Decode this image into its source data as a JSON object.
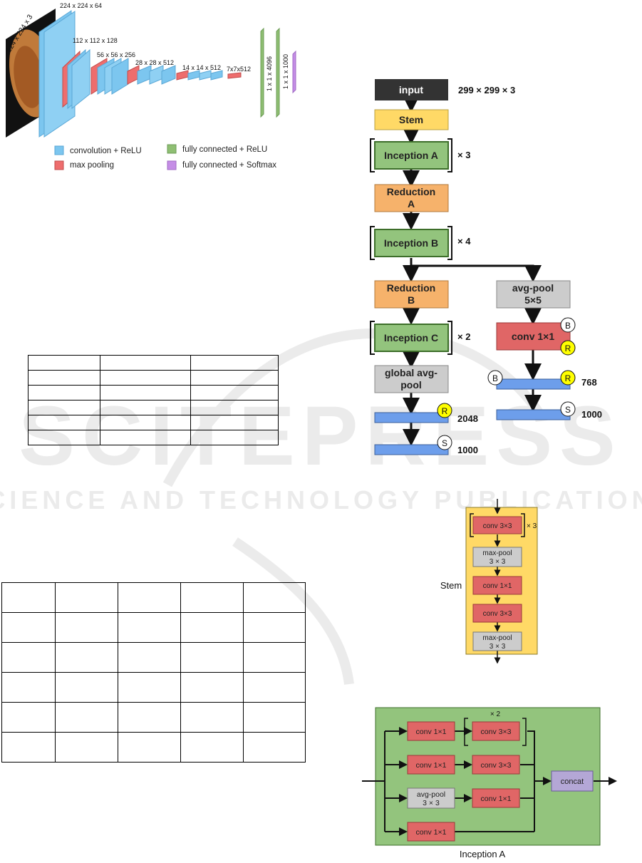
{
  "vgg": {
    "input_label": "224 x 224 x 3",
    "layers": [
      {
        "label": "224 x 224 x 64"
      },
      {
        "label": "112 x 112 x 128"
      },
      {
        "label": "56 x 56 x 256"
      },
      {
        "label": "28 x 28 x 512"
      },
      {
        "label": "14 x 14 x 512"
      },
      {
        "label": "7x7x512"
      },
      {
        "label": "1 x 1 x 4096"
      },
      {
        "label": "1 x 1 x 1000"
      }
    ],
    "legend": [
      {
        "label": "convolution + ReLU",
        "color": "#7cc6ef"
      },
      {
        "label": "max pooling",
        "color": "#ee6d6d"
      },
      {
        "label": "fully connected + ReLU",
        "color": "#8fbf73"
      },
      {
        "label": "fully connected + Softmax",
        "color": "#c58ee6"
      }
    ]
  },
  "inception": {
    "input": {
      "label": "input",
      "dim": "299 × 299 × 3"
    },
    "stem": "Stem",
    "inception_a": {
      "label": "Inception A",
      "repeat": "× 3"
    },
    "reduction_a": {
      "line1": "Reduction",
      "line2": "A"
    },
    "inception_b": {
      "label": "Inception B",
      "repeat": "× 4"
    },
    "reduction_b": {
      "line1": "Reduction",
      "line2": "B"
    },
    "inception_c": {
      "label": "Inception C",
      "repeat": "× 2"
    },
    "global_pool": {
      "line1": "global avg-",
      "line2": "pool"
    },
    "aux_pool": {
      "line1": "avg-pool",
      "line2": "5×5"
    },
    "aux_conv": "conv 1×1",
    "fc_main": "2048",
    "out_main": "1000",
    "fc_aux": "768",
    "out_aux": "1000",
    "marker_b": "B",
    "marker_r": "R",
    "marker_s": "S"
  },
  "stem_detail": {
    "title": "Stem",
    "repeat": "× 3",
    "blocks": [
      "conv 3×3",
      "max-pool",
      "3 × 3",
      "conv 1×1",
      "conv 3×3",
      "max-pool",
      "3 × 3"
    ]
  },
  "inception_a_detail": {
    "title": "Inception A",
    "repeat": "× 2",
    "b1": [
      "conv 1×1",
      "conv 3×3"
    ],
    "b2": [
      "conv 1×1",
      "conv 3×3"
    ],
    "b3": [
      "avg-pool",
      "3 × 3",
      "conv 1×1"
    ],
    "b4": [
      "conv 1×1"
    ],
    "concat": "concat"
  },
  "watermark": {
    "line1": "SCITEPRESS",
    "line2": "SCIENCE AND TECHNOLOGY PUBLICATIONS"
  },
  "colors": {
    "conv_relu": "#7cc6ef",
    "max_pool": "#ee6d6d",
    "fc_relu": "#8fbf73",
    "fc_softmax": "#c58ee6",
    "input_block": "#333333",
    "stem_block": "#ffd966",
    "inception_block": "#93c47d",
    "reduction_block": "#f6b26b",
    "pool_block": "#cccccc",
    "conv_block": "#e06666",
    "fc_bar": "#6d9eeb",
    "marker_r": "#ffff00",
    "concat_block": "#b4a7d6"
  }
}
